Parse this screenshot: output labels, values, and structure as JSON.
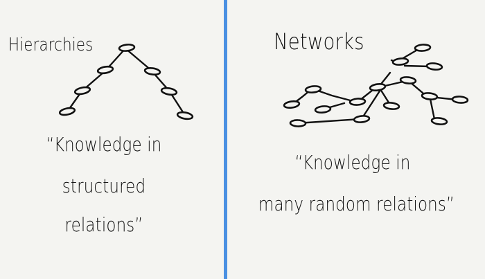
{
  "colors": {
    "background": "#f4f4f1",
    "divider": "#4a90e2",
    "ink": "#111111"
  },
  "left": {
    "title": "Hierarchies",
    "quote_lines": [
      "“Knowledge in",
      "structured",
      "relations”"
    ]
  },
  "right": {
    "title": "Networks",
    "quote_lines": [
      "“Knowledge in",
      "many random relations”"
    ]
  }
}
